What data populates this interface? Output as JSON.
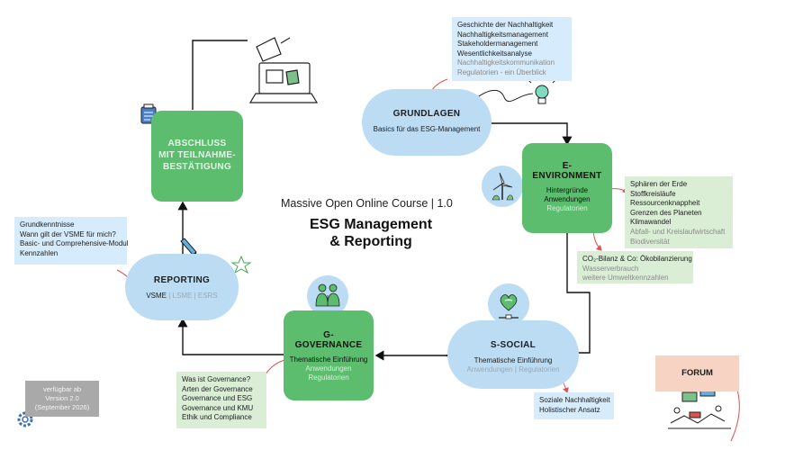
{
  "center": {
    "course": "Massive Open Online Course | 1.0",
    "title_line1": "ESG Management",
    "title_line2": "& Reporting"
  },
  "grundlagen": {
    "title": "GRUNDLAGEN",
    "subtitle": "Basics für das ESG-Management",
    "notes": [
      "Geschichte der Nachhaltigkeit",
      "Nachhaltigkeitsmanagement",
      "Stakeholdermanagement",
      "Wesentlichkeitsanalyse"
    ],
    "notes_dim": [
      "Nachhaltigkeitskommunikation",
      "Regulatorien - ein Überblick"
    ]
  },
  "environment": {
    "title_line1": "E-",
    "title_line2": "ENVIRONMENT",
    "line1": "Hintergründe",
    "line2": "Anwendungen",
    "line3_dim": "Regulatorien",
    "notes1": [
      "Sphären der Erde",
      "Stoffkreisläufe",
      "Ressourcenknappheit",
      "Grenzen des Planeten",
      "Klimawandel"
    ],
    "notes1_dim": [
      "Abfall- und Kreislaufwirtschaft",
      "Biodiversität"
    ],
    "notes2_main": "CO₂-Bilanz & Co: Ökobilanzierung",
    "notes2_dim": [
      "Wasserverbrauch",
      "weitere Umweltkennzahlen"
    ]
  },
  "social": {
    "title": "S-SOCIAL",
    "line1": "Thematische Einführung",
    "line2_a": "Anwendungen",
    "line2_sep": "|",
    "line2_b": "Regulatorien",
    "notes": [
      "Soziale Nachhaltigkeit",
      "Holistischer Ansatz"
    ]
  },
  "governance": {
    "title_line1": "G-",
    "title_line2": "GOVERNANCE",
    "line1": "Thematische Einführung",
    "line2_dim": "Anwendungen",
    "line3_dim": "Regulatorien",
    "notes": [
      "Was ist Governance?",
      "Arten der Governance",
      "Governance und ESG",
      "Governance und KMU",
      "Ethik und Compliance"
    ]
  },
  "reporting": {
    "title": "REPORTING",
    "vsme": "VSME",
    "rest": "| LSME | ESRS",
    "notes": [
      "Grundkenntnisse",
      "Wann gilt der VSME für mich?",
      "Basic- und Comprehensive-Modul",
      "Kennzahlen"
    ]
  },
  "abschluss": {
    "line1": "ABSCHLUSS",
    "line2": "MIT TEILNAHME-",
    "line3": "BESTÄTIGUNG"
  },
  "badge": {
    "line1": "verfügbar ab",
    "line2": "Version 2.0",
    "line3": "(September 2026)"
  },
  "forum": {
    "label": "FORUM"
  },
  "colors": {
    "pill": "#bcdcf4",
    "green": "#5cbd6e",
    "note_blue": "#d6ebfb",
    "note_green": "#d9eed5",
    "arrow_red": "#d9534f"
  }
}
